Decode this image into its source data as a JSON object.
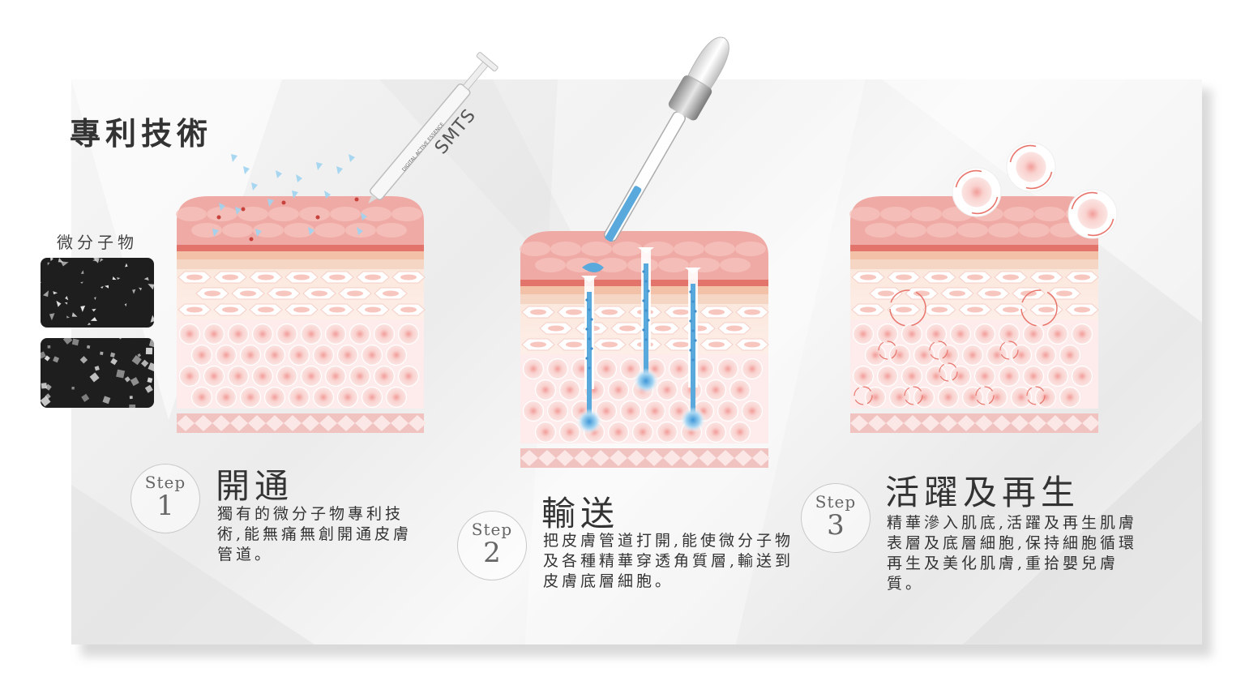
{
  "title": "專利技術",
  "molecule_label": "微分子物",
  "syringe_brand": "SMTS",
  "syringe_small_text": "DIGITAL ACTIVE ESSENCE",
  "steps": [
    {
      "word": "Step",
      "number": "1",
      "title": "開通",
      "description": "獨有的微分子物專利技術,能無痛無創開通皮膚管道。"
    },
    {
      "word": "Step",
      "number": "2",
      "title": "輸送",
      "description": "把皮膚管道打開,能使微分子物及各種精華穿透角質層,輸送到皮膚底層細胞。"
    },
    {
      "word": "Step",
      "number": "3",
      "title": "活躍及再生",
      "description": "精華滲入肌底,活躍及再生肌膚表層及底層細胞,保持細胞循環再生及美化肌膚,重拾嬰兒膚質。"
    }
  ],
  "colors": {
    "skin_top": "#f0aaa5",
    "skin_red_line": "#e2746b",
    "skin_band": "#f5d5c4",
    "fat_cell": "#f7b8b3",
    "serum_blue": "#5aa9dc",
    "shard_blue": "#9fd3ef"
  }
}
